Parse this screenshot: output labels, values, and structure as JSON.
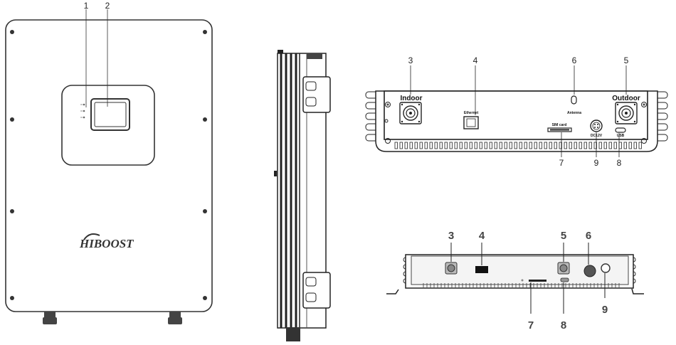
{
  "brand": "HIBOOST",
  "callouts_front": [
    "1",
    "2"
  ],
  "callouts_back": [
    "3",
    "4",
    "6",
    "5",
    "7",
    "9",
    "8"
  ],
  "callouts_photo": [
    "3",
    "4",
    "5",
    "6",
    "7",
    "8",
    "9"
  ],
  "port_labels": {
    "indoor": "Indoor",
    "ethernet": "Ethernet",
    "antenna": "Antenna",
    "outdoor": "Outdoor",
    "sim": "SIM card",
    "dc": "DC12V",
    "usb": "USB"
  }
}
